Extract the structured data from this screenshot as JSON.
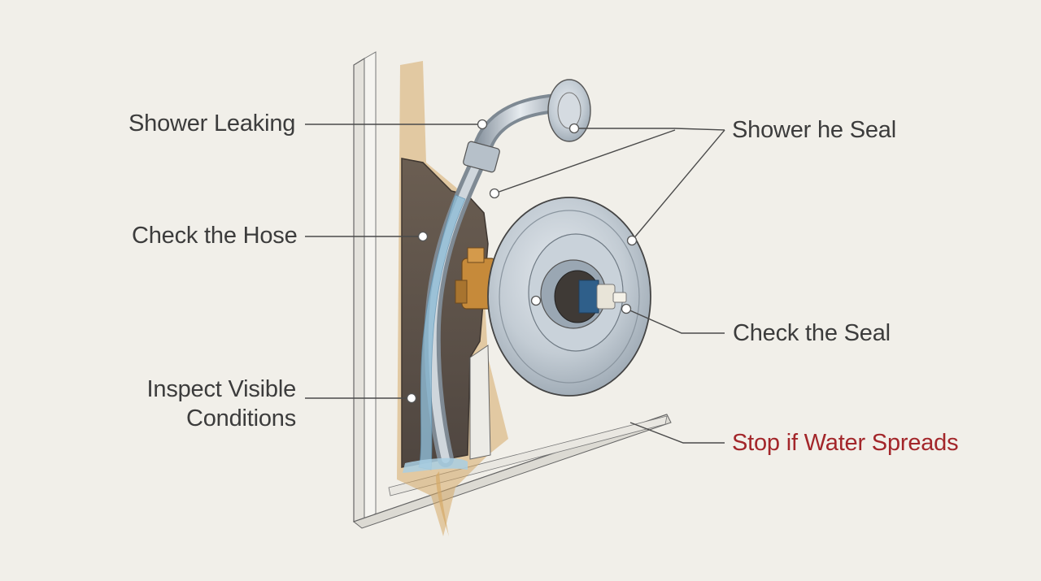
{
  "labels": {
    "shower_leaking": "Shower Leaking",
    "check_hose": "Check the Hose",
    "inspect_line1": "Inspect Visible",
    "inspect_line2": "Conditions",
    "shower_seal": "Shower he Seal",
    "check_seal": "Check the Seal",
    "stop_water": "Stop if Water Spreads"
  },
  "colors": {
    "background": "#f1efe9",
    "label_text": "#3c3c3c",
    "warning_text": "#a3262a",
    "metal": "#b9c3cc",
    "water": "#8fbcd6",
    "stain": "#d6a968",
    "cavity": "#5a5048",
    "brass": "#c68a3a"
  },
  "icons": [
    "shower-arm-icon",
    "shower-flange-icon",
    "hose-icon",
    "valve-trim-plate-icon",
    "valve-cartridge-icon",
    "brass-valve-body-icon",
    "water-drip-icon"
  ]
}
